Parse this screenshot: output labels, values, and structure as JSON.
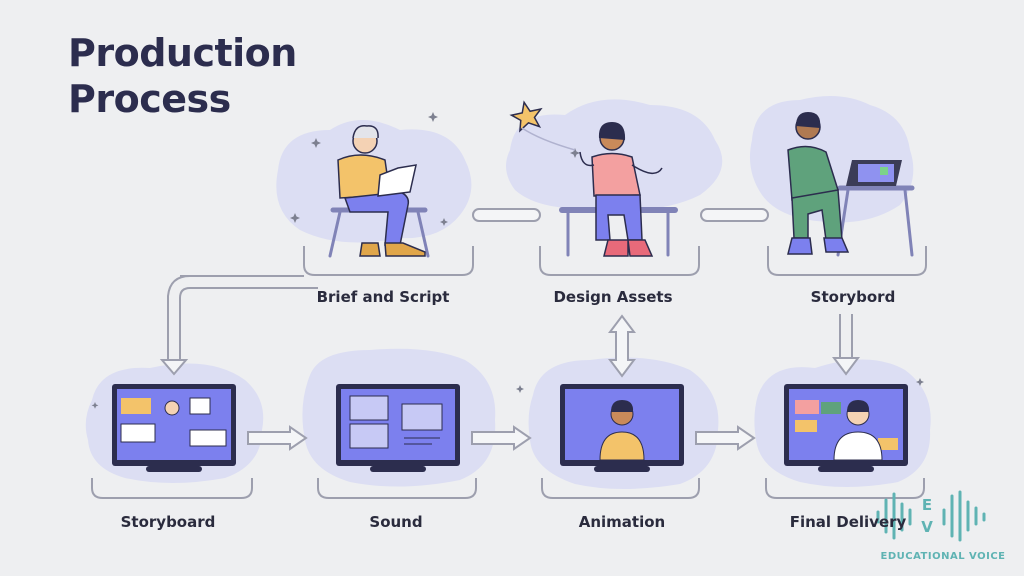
{
  "title_line1": "Production",
  "title_line2": "Process",
  "steps_top": [
    {
      "label": "Brief and Script"
    },
    {
      "label": "Design Assets"
    },
    {
      "label": "Storybord"
    }
  ],
  "steps_bottom": [
    {
      "label": "Storyboard"
    },
    {
      "label": "Sound"
    },
    {
      "label": "Animation"
    },
    {
      "label": "Final Delivery"
    }
  ],
  "brand": {
    "monogram_top": "E",
    "monogram_bottom": "V",
    "name": "EDUCATIONAL VOICE"
  },
  "colors": {
    "background": "#eeeff1",
    "blob": "#dcdef3",
    "screen": "#7c80ee",
    "title": "#2c2d4e",
    "brand": "#5fb3b3"
  }
}
